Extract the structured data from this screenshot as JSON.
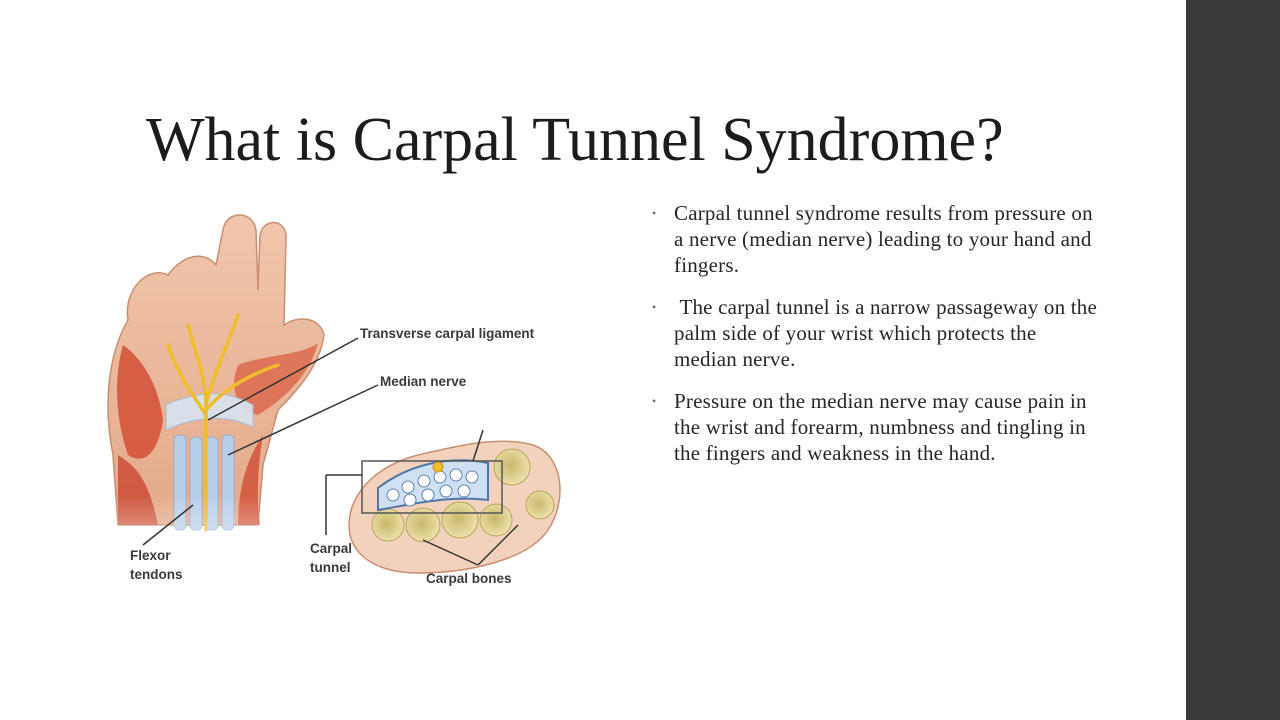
{
  "slide": {
    "title": "What is Carpal Tunnel Syndrome?",
    "side_band_color": "#3a3a3a",
    "bullet_marker": "•",
    "bullets": [
      "Carpal tunnel syndrome results from pressure on a nerve (median nerve) leading to your hand and fingers.",
      " The carpal tunnel is a narrow passageway on the palm side of your wrist which protects the median nerve.",
      "Pressure on the median nerve may cause pain in the wrist and forearm, numbness and tingling in the fingers and weakness in the hand."
    ]
  },
  "figure": {
    "labels": {
      "transverse_ligament": "Transverse carpal ligament",
      "median_nerve": "Median nerve",
      "flexor_line1": "Flexor",
      "flexor_line2": "tendons",
      "carpal_line1": "Carpal",
      "carpal_line2": "tunnel",
      "carpal_bones": "Carpal bones"
    },
    "colors": {
      "skin": "#eab79a",
      "muscle": "#d9573c",
      "nerve": "#f2c230",
      "tendon": "#b7cde6",
      "bone": "#e3d28a"
    }
  }
}
